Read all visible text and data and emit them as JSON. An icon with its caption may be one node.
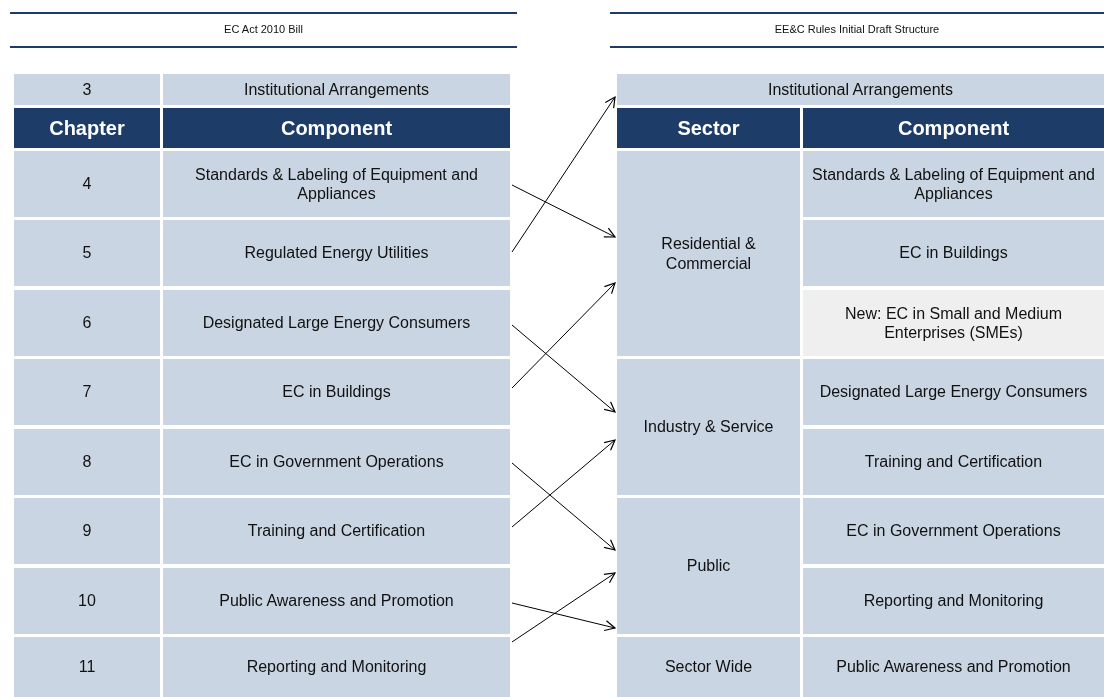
{
  "diagram": {
    "nodes": [
      {
        "text": [
          "3"
        ]
      },
      {
        "text": [
          "Institutional Arrangements"
        ]
      },
      {
        "text": [
          "Chapter"
        ]
      },
      {
        "text": [
          "Component"
        ]
      },
      {
        "text": [
          "4"
        ]
      },
      {
        "text": [
          "Standards & Labeling of Equipment and Appliances"
        ]
      },
      {
        "text": [
          "5"
        ]
      },
      {
        "text": [
          "Regulated Energy Utilities"
        ]
      },
      {
        "text": [
          "6"
        ]
      },
      {
        "text": [
          "Designated Large Energy Consumers"
        ]
      },
      {
        "text": [
          "7"
        ]
      },
      {
        "text": [
          "EC in Buildings"
        ]
      },
      {
        "text": [
          "8"
        ]
      },
      {
        "text": [
          "EC in Government Operations"
        ]
      },
      {
        "text": [
          "9"
        ]
      },
      {
        "text": [
          "Training and Certification"
        ]
      },
      {
        "text": [
          "10"
        ]
      },
      {
        "text": [
          "Public Awareness and Promotion"
        ]
      },
      {
        "text": [
          "11"
        ]
      },
      {
        "text": [
          "Reporting and Monitoring"
        ]
      },
      {
        "text": [
          "Institutional Arrangements"
        ]
      },
      {
        "text": [
          "Sector"
        ]
      },
      {
        "text": [
          "Component"
        ]
      },
      {
        "text": [
          "Residential & Commercial"
        ]
      },
      {
        "text": [
          "Standards & Labeling of Equipment and Appliances"
        ]
      },
      {
        "text": [
          "EC in Buildings"
        ]
      },
      {
        "text": [
          "New: EC in Small and Medium Enterprises (SMEs)"
        ]
      },
      {
        "text": [
          "Industry & Service"
        ]
      },
      {
        "text": [
          "Designated Large Energy Consumers"
        ]
      },
      {
        "text": [
          "Training and Certification"
        ]
      },
      {
        "text": [
          "Public"
        ]
      },
      {
        "text": [
          "EC in Government Operations"
        ]
      },
      {
        "text": [
          "Reporting and Monitoring"
        ]
      },
      {
        "text": [
          "Sector Wide"
        ]
      },
      {
        "text": [
          "Public Awareness and Promotion"
        ]
      }
    ],
    "edges": [
      {
        "from": 5,
        "to": 23,
        "arrow": "to"
      },
      {
        "from": 7,
        "to": 20,
        "arrow": "to"
      },
      {
        "from": 9,
        "to": 27,
        "arrow": "to"
      },
      {
        "from": 11,
        "to": 23,
        "arrow": "to"
      },
      {
        "from": 13,
        "to": 30,
        "arrow": "to"
      },
      {
        "from": 15,
        "to": 27,
        "arrow": "to"
      },
      {
        "from": 17,
        "to": 33,
        "arrow": "to"
      },
      {
        "from": 19,
        "to": 30,
        "arrow": "to"
      }
    ],
    "labels": [
      "EC Act 2010 Bill",
      "EE&C Rules Initial Draft Structure"
    ]
  }
}
